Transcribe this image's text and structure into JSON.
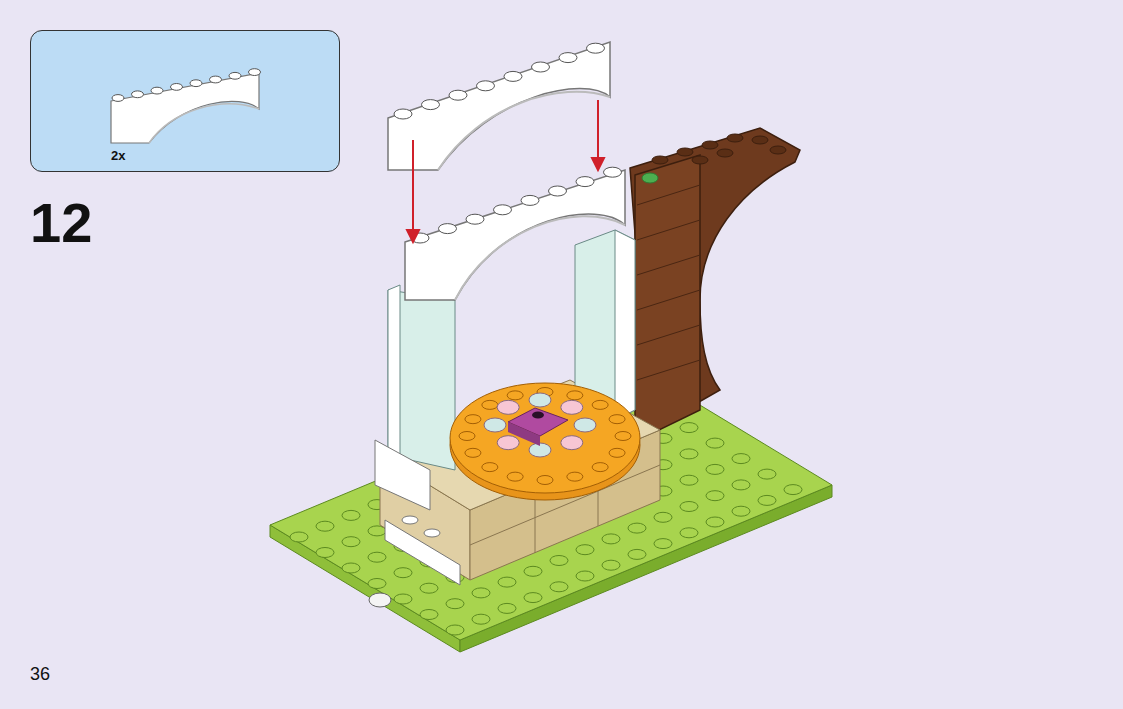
{
  "diagram": {
    "nodes": [
      {
        "text": [
          "2x"
        ]
      }
    ],
    "labels": [
      "12",
      "36"
    ]
  }
}
